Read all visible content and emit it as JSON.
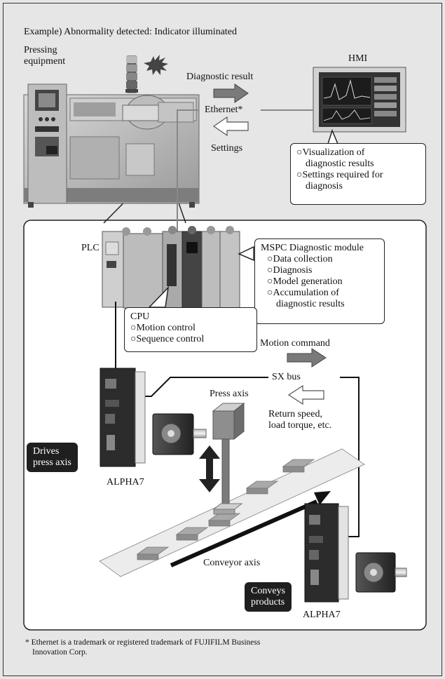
{
  "header": "Example) Abnormality detected: Indicator illuminated",
  "equipment_label": [
    "Pressing",
    "equipment"
  ],
  "hmi_label": "HMI",
  "network": {
    "diagnostic_result": "Diagnostic result",
    "ethernet": "Ethernet*",
    "settings": "Settings"
  },
  "hmi_callout": {
    "lines": [
      "○Visualization of",
      "diagnostic results",
      "○Settings required for",
      "diagnosis"
    ]
  },
  "plc_label": "PLC",
  "mspc_callout": {
    "title": "MSPC Diagnostic module",
    "items": [
      "○Data collection",
      "○Diagnosis",
      "○Model generation",
      "○Accumulation of",
      "diagnostic results"
    ]
  },
  "cpu_callout": {
    "title": "CPU",
    "items": [
      "○Motion control",
      "○Sequence control"
    ]
  },
  "sx_bus": {
    "motion_command": "Motion command",
    "label": "SX bus",
    "return_lines": [
      "Return speed,",
      "load torque, etc."
    ]
  },
  "press_axis": "Press axis",
  "drives_badge": [
    "Drives",
    "press axis"
  ],
  "alpha7_top": "ALPHA7",
  "alpha7_bottom": "ALPHA7",
  "conveyor_axis": "Conveyor axis",
  "conveys_badge": [
    "Conveys",
    "products"
  ],
  "footnote": [
    "* Ethernet is a trademark or registered trademark of FUJIFILM Business",
    "Innovation Corp."
  ],
  "colors": {
    "background": "#e6e6e6",
    "panel": "#ffffff",
    "arrow_fill": "#7a7a7a",
    "badge": "#1f1f1f"
  }
}
